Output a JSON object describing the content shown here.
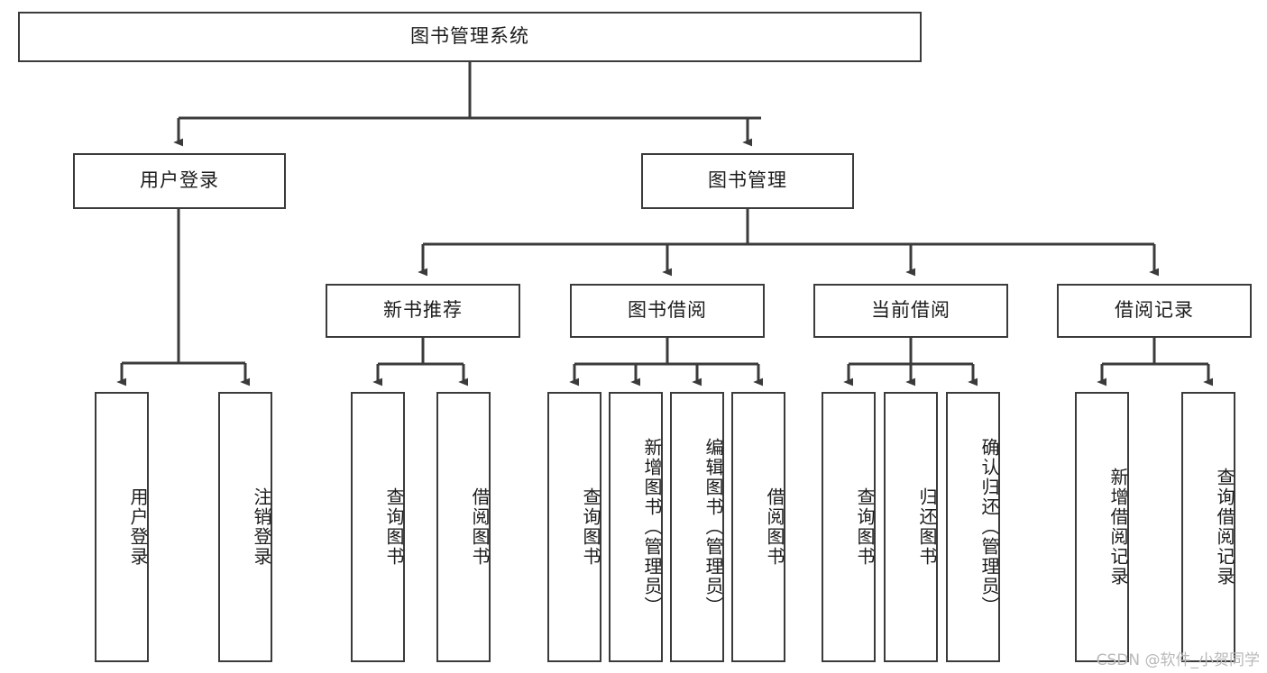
{
  "diagram": {
    "title": "图书管理系统",
    "type": "tree-hierarchy",
    "root": {
      "label": "图书管理系统"
    },
    "level2": [
      {
        "label": "用户登录"
      },
      {
        "label": "图书管理"
      }
    ],
    "level3": [
      {
        "label": "新书推荐"
      },
      {
        "label": "图书借阅"
      },
      {
        "label": "当前借阅"
      },
      {
        "label": "借阅记录"
      }
    ],
    "leaves": {
      "user_login": [
        {
          "label": "用户登录"
        },
        {
          "label": "注销登录"
        }
      ],
      "new_book_recommend": [
        {
          "label": "查询图书"
        },
        {
          "label": "借阅图书"
        }
      ],
      "book_borrow": [
        {
          "label": "查询图书"
        },
        {
          "label": "新增图书（管理员）"
        },
        {
          "label": "编辑图书（管理员）"
        },
        {
          "label": "借阅图书"
        }
      ],
      "current_borrow": [
        {
          "label": "查询图书"
        },
        {
          "label": "归还图书"
        },
        {
          "label": "确认归还（管理员）"
        }
      ],
      "borrow_record": [
        {
          "label": "新增借阅记录"
        },
        {
          "label": "查询借阅记录"
        }
      ]
    }
  },
  "watermark": {
    "text": "CSDN @软件_小贺同学"
  },
  "colors": {
    "stroke": "#3b3b3b",
    "fill": "#ffffff",
    "text": "#1c1c1c",
    "watermark": "#b9b9b9"
  }
}
